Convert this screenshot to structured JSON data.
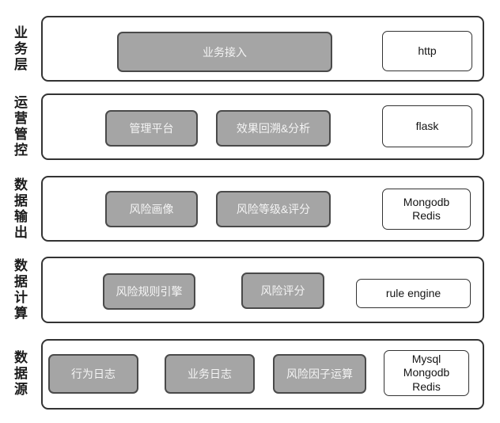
{
  "colors": {
    "gray_box_fill": "#a5a5a5",
    "gray_box_border": "#4a4a4a",
    "outline_dark": "#333333",
    "gray_box_text": "#f4f4f4",
    "dark_text": "#151515"
  },
  "layers": [
    {
      "label": "业务层",
      "gray_boxes": [
        "业务接入"
      ],
      "tech_box": "http"
    },
    {
      "label": "运营管控",
      "gray_boxes": [
        "管理平台",
        "效果回溯&分析"
      ],
      "tech_box": "flask"
    },
    {
      "label": "数据输出",
      "gray_boxes": [
        "风险画像",
        "风险等级&评分"
      ],
      "tech_box": "Mongodb\nRedis"
    },
    {
      "label": "数据计算",
      "gray_boxes": [
        "风险规则引擎",
        "风险评分"
      ],
      "tech_box": "rule engine"
    },
    {
      "label": "数据源",
      "gray_boxes": [
        "行为日志",
        "业务日志",
        "风险因子运算"
      ],
      "tech_box": "Mysql\nMongodb\nRedis"
    }
  ]
}
